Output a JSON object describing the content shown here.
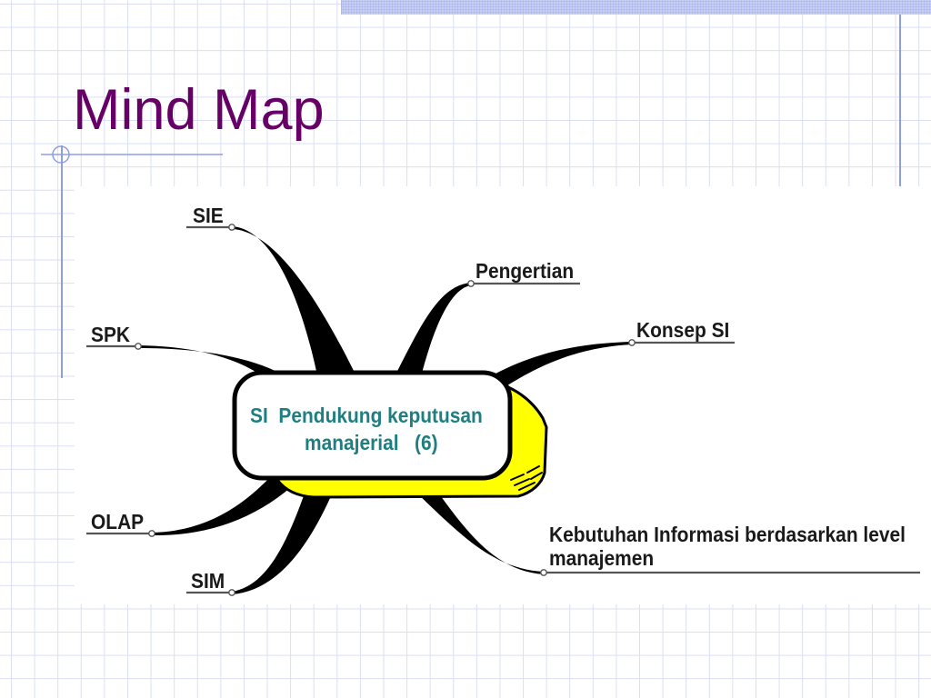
{
  "slide": {
    "title": "Mind Map"
  },
  "mind_map": {
    "center": {
      "line1": "SI  Pendukung keputusan",
      "line2": "manajerial   (6)"
    },
    "branches": {
      "sie": "SIE",
      "pengertian": "Pengertian",
      "konsep_si": "Konsep SI",
      "spk": "SPK",
      "olap": "OLAP",
      "sim": "SIM",
      "kebutuhan": [
        "Kebutuhan Informasi berdasarkan level",
        "manajemen"
      ]
    }
  },
  "colors": {
    "title": "#660066",
    "center_text": "#1f7f80",
    "node_extrusion": "#ffff00",
    "grid": "#d9def6",
    "accent": "#8d9de6"
  }
}
